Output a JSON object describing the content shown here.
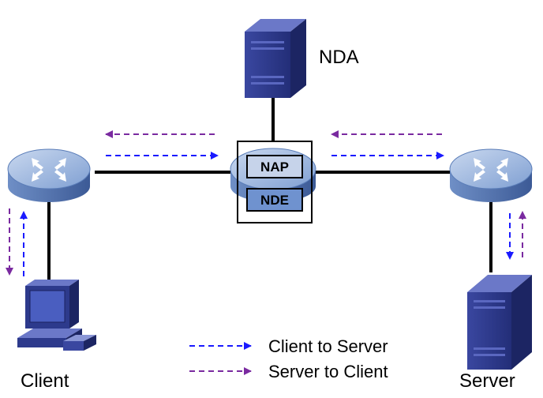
{
  "nodes": {
    "nda": {
      "label": "NDA",
      "icon": "server-icon"
    },
    "client": {
      "label": "Client",
      "icon": "desktop-computer-icon"
    },
    "server": {
      "label": "Server",
      "icon": "server-icon"
    },
    "left_router": {
      "icon": "router-icon"
    },
    "right_router": {
      "icon": "router-icon"
    },
    "center_router": {
      "icon": "router-icon"
    }
  },
  "modules": {
    "nap": {
      "label": "NAP"
    },
    "nde": {
      "label": "NDE"
    }
  },
  "legend": {
    "client_to_server": {
      "label": "Client to Server",
      "color": "#1a1aff"
    },
    "server_to_client": {
      "label": "Server to Client",
      "color": "#7a2aa0"
    }
  },
  "colors": {
    "router_top": "#a9c0e0",
    "router_side": "#5a7db8",
    "server_body": "#2d3a8c",
    "nap_fill": "#c6d3ea",
    "nde_fill": "#6f92cf"
  }
}
